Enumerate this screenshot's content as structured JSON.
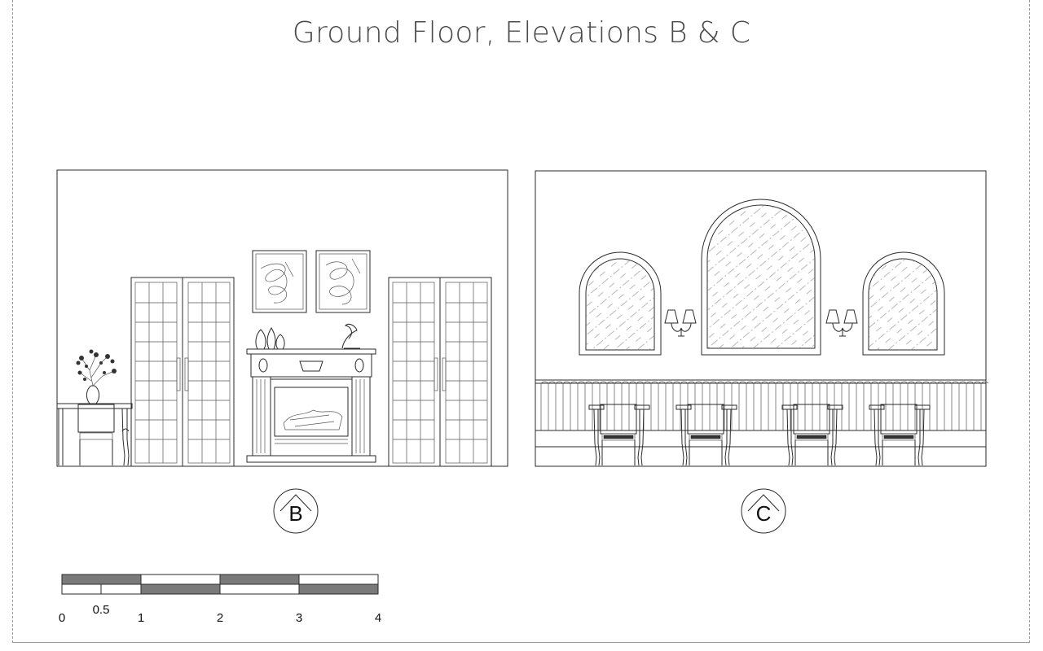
{
  "drawing": {
    "title": "Ground Floor, Elevations B & C",
    "elevations": [
      {
        "tag": "B",
        "contents": [
          "console-table",
          "vase-with-branches",
          "chair",
          "double-glazed-door",
          "framed-artwork",
          "framed-artwork",
          "fireplace-mantel",
          "double-glazed-door"
        ]
      },
      {
        "tag": "C",
        "contents": [
          "arched-window",
          "wall-sconce",
          "large-arched-window",
          "wall-sconce",
          "arched-window",
          "banquette-seating",
          "chairs-and-tables"
        ]
      }
    ],
    "scale_bar": {
      "labels": [
        "0",
        "0.5",
        "1",
        "2",
        "3",
        "4"
      ],
      "fill_color": "#7a7a7a"
    }
  }
}
